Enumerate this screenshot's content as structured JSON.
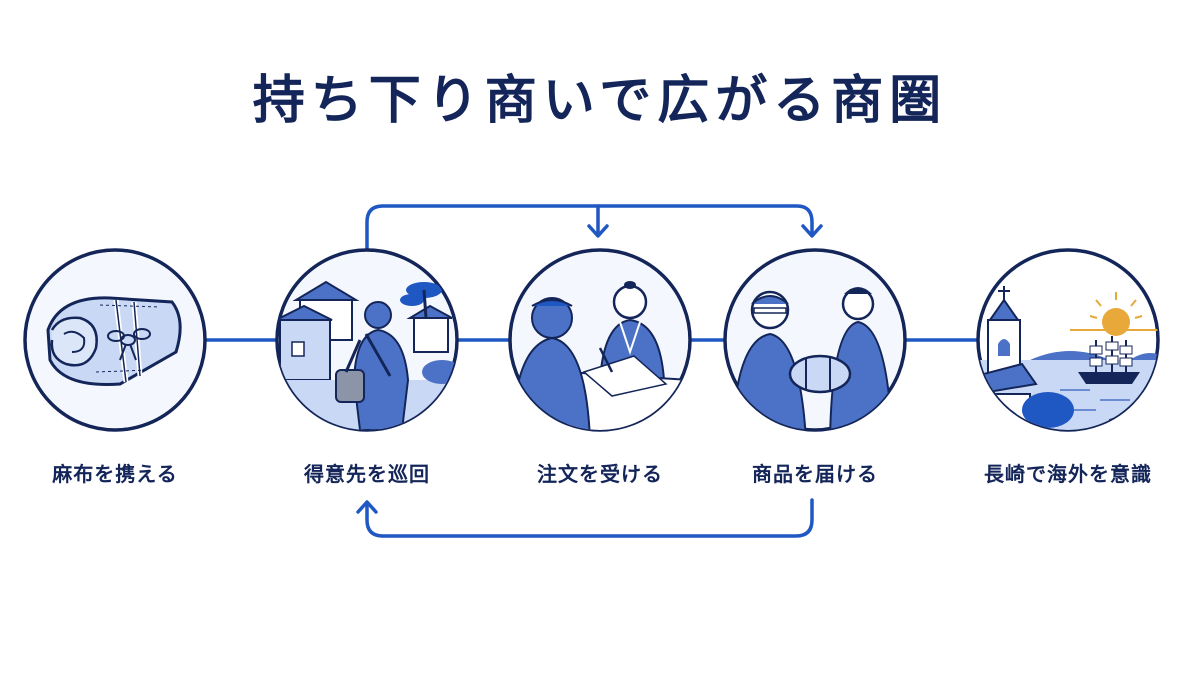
{
  "title": "持ち下り商いで広がる商圏",
  "steps": [
    {
      "label": "麻布を携える",
      "icon": "rolled-linen-icon"
    },
    {
      "label": "得意先を巡回",
      "icon": "traveling-merchant-icon"
    },
    {
      "label": "注文を受ける",
      "icon": "taking-order-icon"
    },
    {
      "label": "商品を届ける",
      "icon": "delivering-goods-icon"
    },
    {
      "label": "長崎で海外を意識",
      "icon": "nagasaki-harbor-icon"
    }
  ],
  "colors": {
    "accent": "#1f57c3",
    "navy": "#142659",
    "light_blue": "#c9d9f5",
    "mid_blue": "#4c72c8",
    "sun": "#e8a83a"
  }
}
